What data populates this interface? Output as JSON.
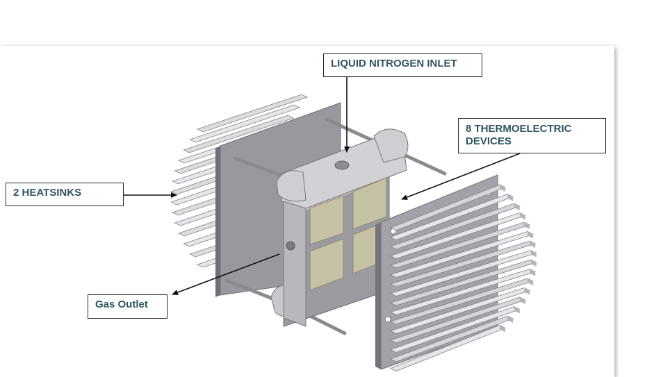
{
  "labels": {
    "liquid_nitrogen_inlet": "LIQUID NITROGEN INLET",
    "thermoelectric_line1": "8 THERMOELECTRIC",
    "thermoelectric_line2": "DEVICES",
    "heatsinks": "2 HEATSINKS",
    "gas_outlet": "Gas Outlet"
  },
  "colors": {
    "label_text": "#2f5560",
    "metal_light": "#e6e6ea",
    "metal_mid": "#b4b4ba",
    "metal_dark": "#7f7f86",
    "te_module": "#c4c1a5"
  }
}
